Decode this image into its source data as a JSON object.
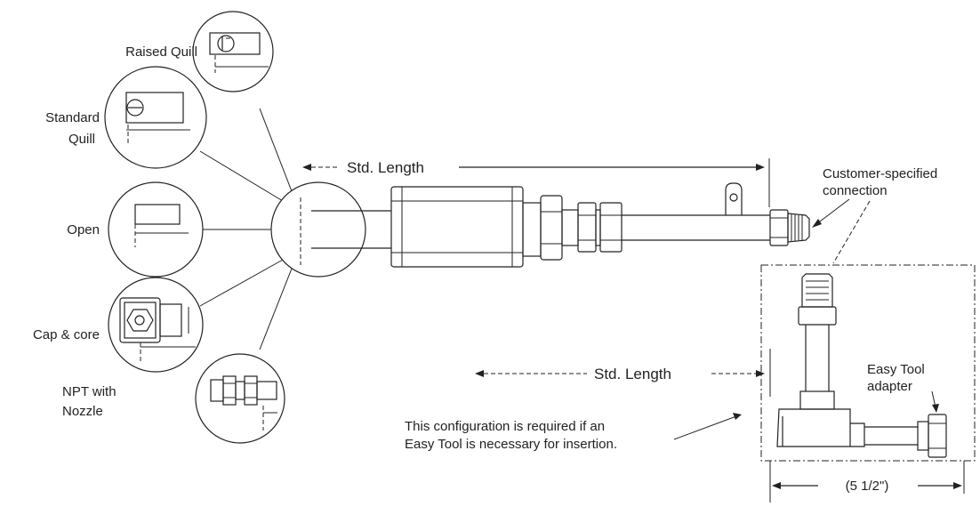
{
  "tip_styles": {
    "raised_quill": "Raised Quill",
    "standard_quill_line1": "Standard",
    "standard_quill_line2": "Quill",
    "open": "Open",
    "cap_core": "Cap & core",
    "npt_line1": "NPT with",
    "npt_line2": "Nozzle"
  },
  "dimensions": {
    "std_length_top": "Std. Length",
    "std_length_bottom": "Std. Length",
    "adapter_length": "(5 1/2\")"
  },
  "callouts": {
    "customer_line1": "Customer-specified",
    "customer_line2": "connection",
    "easy_tool_line1": "Easy Tool",
    "easy_tool_line2": "adapter",
    "note_line1": "This configuration is required if an",
    "note_line2": "Easy Tool is necessary for insertion."
  }
}
